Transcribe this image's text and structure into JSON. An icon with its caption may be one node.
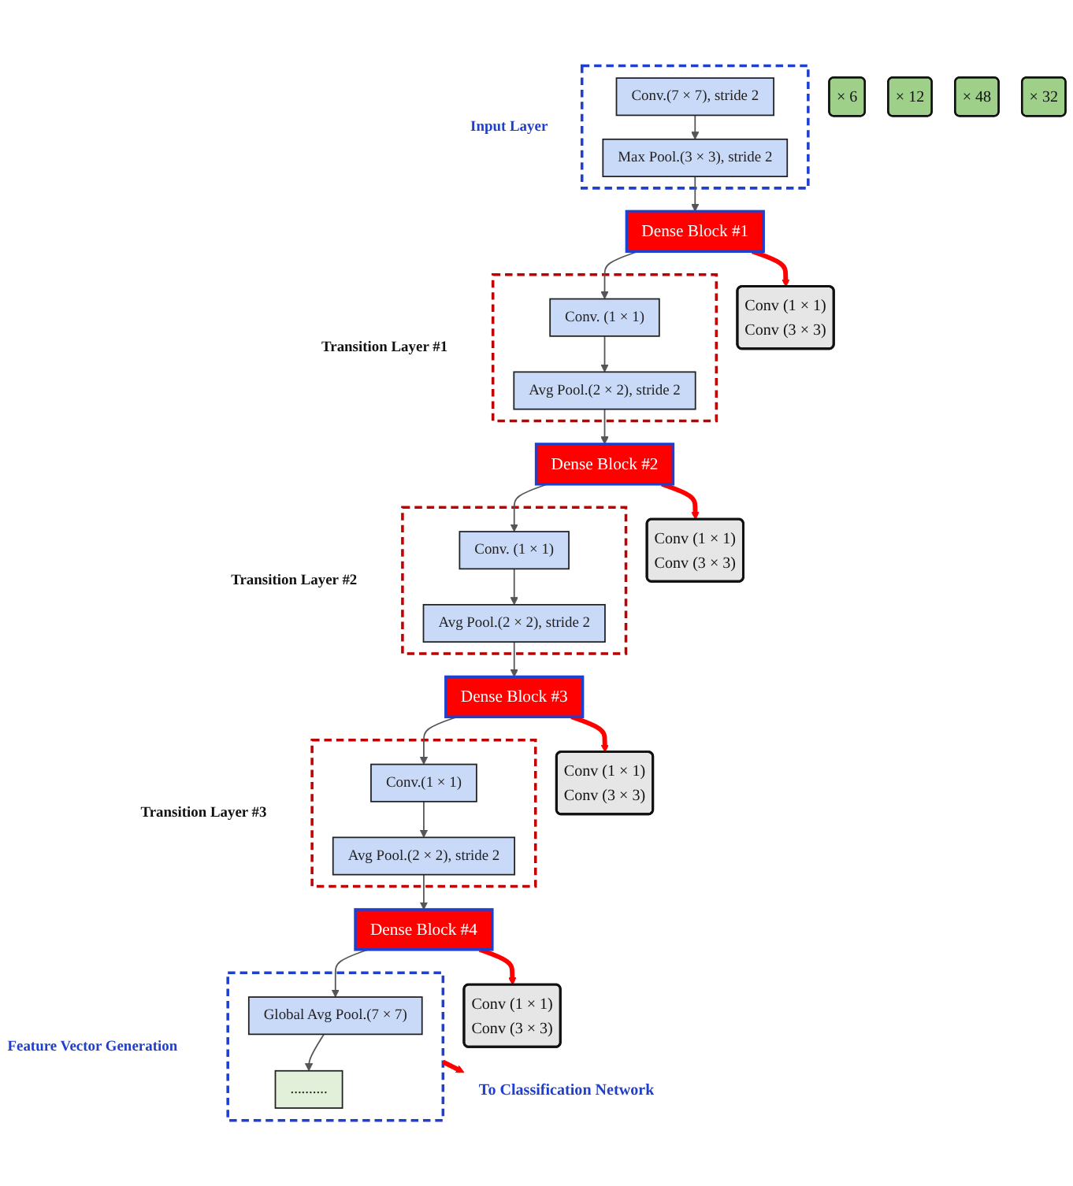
{
  "diagram": {
    "nodes": [
      {
        "text": [
          "Input Layer"
        ]
      },
      {
        "text": [
          "Conv.(7 × 7), stride 2"
        ],
        "in": 0
      },
      {
        "text": [
          "Max Pool.(3 × 3), stride 2"
        ],
        "in": 0
      },
      {
        "text": [
          "Dense Block #1"
        ]
      },
      {
        "text": [
          "Conv (1 × 1)",
          "Conv (3 × 3)"
        ]
      },
      {
        "text": [
          "× 6"
        ]
      },
      {
        "text": [
          "Transition Layer #1"
        ]
      },
      {
        "text": [
          "Conv. (1 × 1)"
        ],
        "in": 6
      },
      {
        "text": [
          "Avg Pool.(2 × 2), stride 2"
        ],
        "in": 6
      },
      {
        "text": [
          "Dense Block #2"
        ]
      },
      {
        "text": [
          "Conv (1 × 1)",
          "Conv (3 × 3)"
        ]
      },
      {
        "text": [
          "× 12"
        ]
      },
      {
        "text": [
          "Transition Layer #2"
        ]
      },
      {
        "text": [
          "Conv. (1 × 1)"
        ],
        "in": 12
      },
      {
        "text": [
          "Avg Pool.(2 × 2), stride 2"
        ],
        "in": 12
      },
      {
        "text": [
          "Dense Block #3"
        ]
      },
      {
        "text": [
          "Conv (1 × 1)",
          "Conv (3 × 3)"
        ]
      },
      {
        "text": [
          "× 48"
        ]
      },
      {
        "text": [
          "Transition Layer #3"
        ]
      },
      {
        "text": [
          "Conv.(1 × 1)"
        ],
        "in": 18
      },
      {
        "text": [
          "Avg Pool.(2 × 2), stride 2"
        ],
        "in": 18
      },
      {
        "text": [
          "Dense Block #4"
        ]
      },
      {
        "text": [
          "Conv (1 × 1)",
          "Conv (3 × 3)"
        ]
      },
      {
        "text": [
          "× 32"
        ]
      },
      {
        "text": [
          "Feature Vector Generation"
        ]
      },
      {
        "text": [
          "Global Avg Pool.(7 × 7)"
        ],
        "in": 24
      },
      {
        "text": [
          ".........."
        ],
        "in": 24
      },
      {
        "text": [
          "To Classification Network"
        ]
      }
    ],
    "edges": [
      {
        "from": 1,
        "to": 2,
        "arrow": "to"
      },
      {
        "from": 2,
        "to": 3,
        "arrow": "to"
      },
      {
        "from": 3,
        "to": 4,
        "arrow": "to",
        "style": "thick",
        "color": "#ff0000"
      },
      {
        "from": 3,
        "to": 7,
        "arrow": "to"
      },
      {
        "from": 7,
        "to": 8,
        "arrow": "to"
      },
      {
        "from": 8,
        "to": 9,
        "arrow": "to"
      },
      {
        "from": 9,
        "to": 10,
        "arrow": "to",
        "style": "thick",
        "color": "#ff0000"
      },
      {
        "from": 9,
        "to": 13,
        "arrow": "to"
      },
      {
        "from": 13,
        "to": 14,
        "arrow": "to"
      },
      {
        "from": 14,
        "to": 15,
        "arrow": "to"
      },
      {
        "from": 15,
        "to": 16,
        "arrow": "to",
        "style": "thick",
        "color": "#ff0000"
      },
      {
        "from": 15,
        "to": 19,
        "arrow": "to"
      },
      {
        "from": 19,
        "to": 20,
        "arrow": "to"
      },
      {
        "from": 20,
        "to": 21,
        "arrow": "to"
      },
      {
        "from": 21,
        "to": 22,
        "arrow": "to",
        "style": "thick",
        "color": "#ff0000"
      },
      {
        "from": 21,
        "to": 25,
        "arrow": "to"
      },
      {
        "from": 25,
        "to": 26,
        "arrow": "to"
      },
      {
        "from": 24,
        "to": 27,
        "arrow": "to",
        "style": "thick",
        "color": "#ff0000"
      }
    ]
  }
}
